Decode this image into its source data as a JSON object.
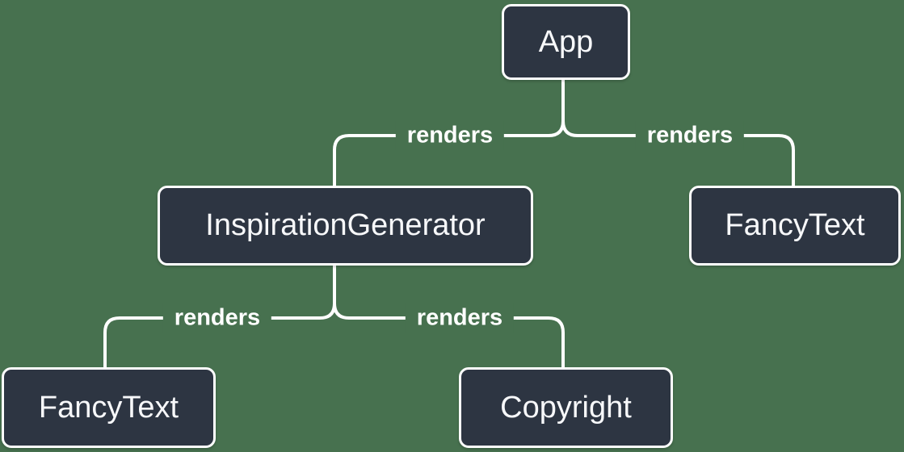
{
  "diagram": {
    "title": "react-render-tree",
    "background_color": "#47714F",
    "node_fill_color": "#2D3542",
    "node_border_color": "#FFFFFF",
    "edge_color": "#FFFFFF",
    "text_color": "#F7F8FA",
    "nodes": [
      {
        "id": "app",
        "label": "App"
      },
      {
        "id": "inspiration-generator",
        "label": "InspirationGenerator"
      },
      {
        "id": "fancy-text-top",
        "label": "FancyText"
      },
      {
        "id": "fancy-text-bottom",
        "label": "FancyText"
      },
      {
        "id": "copyright",
        "label": "Copyright"
      }
    ],
    "edges": [
      {
        "from": "App",
        "to": "InspirationGenerator",
        "label": "renders"
      },
      {
        "from": "App",
        "to": "FancyText",
        "label": "renders"
      },
      {
        "from": "InspirationGenerator",
        "to": "FancyText",
        "label": "renders"
      },
      {
        "from": "InspirationGenerator",
        "to": "Copyright",
        "label": "renders"
      }
    ]
  }
}
